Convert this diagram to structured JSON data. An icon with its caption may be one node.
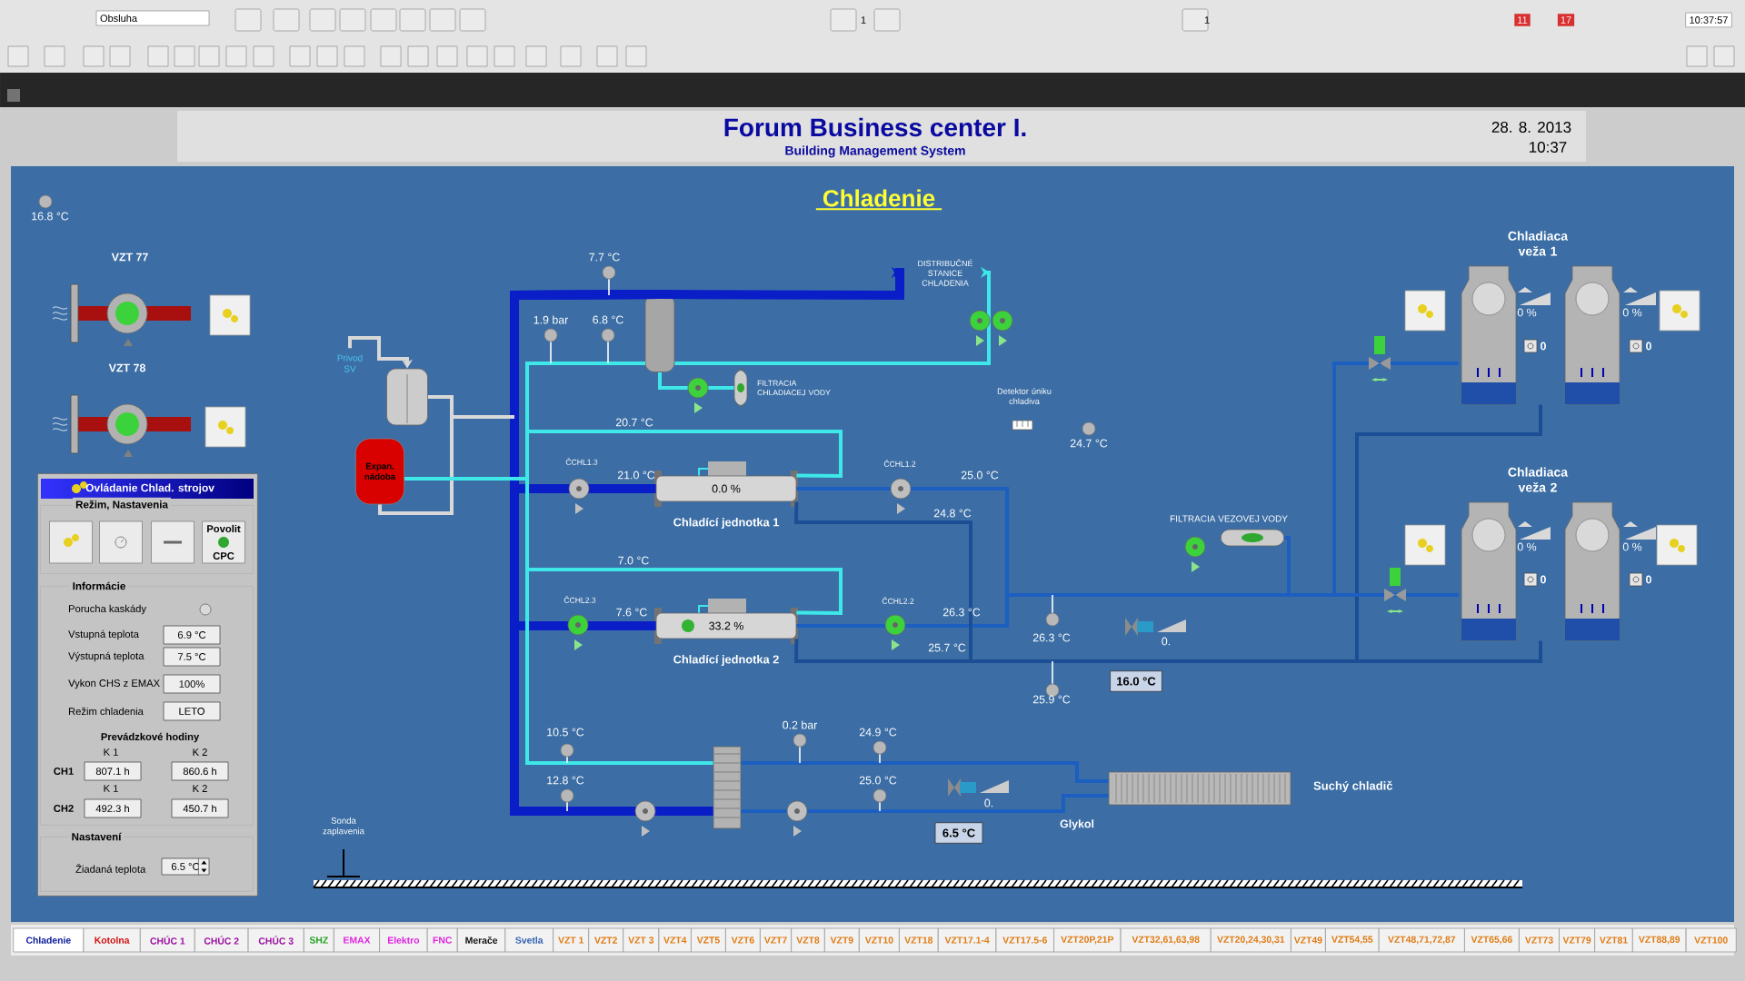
{
  "diagram": {
    "title": "Forum Business center I.",
    "nodes": [
      {
        "text": [
          "Ovládanie Chlad. strojov"
        ]
      },
      {
        "text": [
          "Režim, Nastavenia"
        ],
        "in": 0
      },
      {
        "text": [],
        "shape": "box",
        "in": 1
      },
      {
        "text": [],
        "shape": "box",
        "in": 1
      },
      {
        "text": [],
        "shape": "box",
        "in": 1
      },
      {
        "text": [
          "Povolit",
          "CPC"
        ],
        "in": 1
      },
      {
        "text": [
          "Informácie"
        ],
        "in": 0
      },
      {
        "text": [
          "Nastavení"
        ],
        "in": 0
      },
      {
        "text": [
          "Privod SV"
        ]
      },
      {
        "text": [],
        "shape": "cylinder"
      },
      {
        "text": [
          "Expan. nádoba"
        ]
      },
      {
        "text": [],
        "shape": "cylinder"
      },
      {
        "text": [
          "DISTRIBUČNÉ STANICE CHLADENIA"
        ]
      },
      {
        "text": [],
        "shape": "cylinder",
        "beside": [
          "FILTRACIA CHLADIACEJ VODY"
        ]
      },
      {
        "text": [
          "0.0 %"
        ],
        "beside": [
          "Chladící jednotka 1"
        ]
      },
      {
        "text": [
          "33.2 %"
        ],
        "beside": [
          "Chladící jednotka 2"
        ]
      },
      {
        "text": [],
        "shape": "cylinder",
        "beside": [
          "FILTRACIA VEZOVEJ VODY"
        ]
      },
      {
        "text": [
          "Chladiaca veža 1"
        ]
      },
      {
        "text": [
          "Chladiaca veža 2"
        ]
      },
      {
        "text": [],
        "shape": "box"
      },
      {
        "text": [],
        "shape": "box",
        "beside": [
          "Suchý chladič"
        ]
      }
    ],
    "edges": [
      {
        "from": 8,
        "to": 9,
        "arrow": "to",
        "color": "#d8d8d8"
      },
      {
        "from": 9,
        "to": 10,
        "arrow": "none",
        "color": "#d8d8d8"
      },
      {
        "from": 11,
        "to": 12,
        "arrow": "to",
        "style": "thick",
        "color": "#0a1ec8"
      },
      {
        "from": 11,
        "to": 12,
        "arrow": "to"
      },
      {
        "from": 11,
        "to": 13,
        "arrow": "none"
      },
      {
        "from": 11,
        "to": 14,
        "arrow": "none",
        "style": "thick",
        "color": "#0a1ec8"
      },
      {
        "from": 11,
        "to": 15,
        "arrow": "none",
        "style": "thick",
        "color": "#0a1ec8"
      },
      {
        "from": 14,
        "to": 11,
        "arrow": "none"
      },
      {
        "from": 15,
        "to": 11,
        "arrow": "none"
      },
      {
        "from": 14,
        "to": 17,
        "arrow": "none",
        "color": "#1c5fc0"
      },
      {
        "from": 15,
        "to": 18,
        "arrow": "none",
        "color": "#1c5fc0"
      },
      {
        "from": 17,
        "to": 14,
        "arrow": "none",
        "color": "#1b4e95"
      },
      {
        "from": 18,
        "to": 15,
        "arrow": "none",
        "color": "#1b4e95"
      },
      {
        "from": 16,
        "to": 18,
        "arrow": "none",
        "color": "#1c5fc0"
      },
      {
        "from": 11,
        "to": 19,
        "arrow": "none",
        "style": "thick",
        "color": "#0a1ec8"
      },
      {
        "from": 19,
        "to": 11,
        "arrow": "none"
      },
      {
        "from": 19,
        "to": 20,
        "arrow": "none",
        "color": "#1c5fc0"
      },
      {
        "from": 20,
        "to": 19,
        "arrow": "none",
        "color": "#1c5fc0"
      },
      {
        "from": 10,
        "to": 11,
        "arrow": "none"
      }
    ],
    "labels": [
      "Obsluha",
      "1",
      "1",
      "11",
      "17",
      "10:37:57",
      "Building Management System",
      "28. 8. 2013",
      "10:37",
      "Chladenie",
      "16.8 °C",
      "VZT 77",
      "VZT 78",
      "Porucha kaskády",
      "Vstupná teplota",
      "6.9 °C",
      "Výstupná teplota",
      "7.5 °C",
      "Vykon CHS z EMAX",
      "100%",
      "Režim chladenia",
      "LETO",
      "Prevádzkové hodiny",
      "K 1",
      "K 2",
      "CH1",
      "807.1 h",
      "860.6 h",
      "K 1",
      "K 2",
      "CH2",
      "492.3 h",
      "450.7 h",
      "Žiadaná teplota",
      "6.5 °C",
      "7.7 °C",
      "1.9 bar",
      "6.8 °C",
      "20.7 °C",
      "ČCHL1.3",
      "21.0 °C",
      "ČCHL1.2",
      "25.0 °C",
      "24.8 °C",
      "7.0 °C",
      "ČCHL2.3",
      "7.6 °C",
      "ČCHL2.2",
      "26.3 °C",
      "25.7 °C",
      "Detektor úniku chladiva",
      "24.7 °C",
      "26.3 °C",
      "0.",
      "16.0 °C",
      "25.9 °C",
      "0 %",
      "0 %",
      "0",
      "0",
      "0 %",
      "0 %",
      "0",
      "0",
      "10.5 °C",
      "12.8 °C",
      "0.2 bar",
      "24.9 °C",
      "25.0 °C",
      "0.",
      "6.5 °C",
      "Glykol",
      "Sonda zaplavenia",
      "Chladenie",
      "Kotolna",
      "CHÚC 1",
      "CHÚC 2",
      "CHÚC 3",
      "SHZ",
      "EMAX",
      "Elektro",
      "FNC",
      "Merače",
      "Svetla",
      "VZT 1",
      "VZT2",
      "VZT 3",
      "VZT4",
      "VZT5",
      "VZT6",
      "VZT7",
      "VZT8",
      "VZT9",
      "VZT10",
      "VZT18",
      "VZT17.1-4",
      "VZT17.5-6",
      "VZT20P,21P",
      "VZT32,61,63,98",
      "VZT20,24,30,31",
      "VZT49",
      "VZT54,55",
      "VZT48,71,72,87",
      "VZT65,66",
      "VZT73",
      "VZT79",
      "VZT81",
      "VZT88,89",
      "VZT100"
    ]
  }
}
